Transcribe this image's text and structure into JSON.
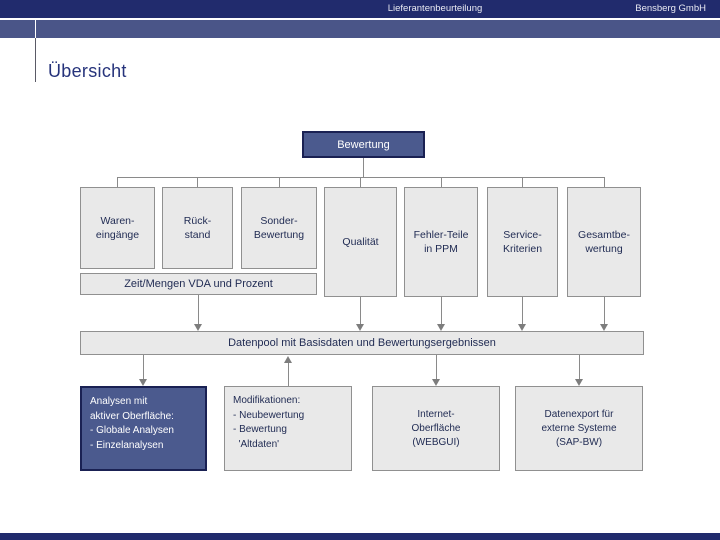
{
  "header": {
    "document_title": "Lieferantenbeurteilung",
    "company_name": "Bensberg GmbH"
  },
  "slide": {
    "title": "Übersicht"
  },
  "diagram": {
    "root_label": "Bewertung",
    "evaluation_boxes": [
      {
        "label": "Waren-\neingänge"
      },
      {
        "label": "Rück-\nstand"
      },
      {
        "label": "Sonder-\nBewertung"
      },
      {
        "label": "Qualität"
      },
      {
        "label": "Fehler-Teile\nin PPM"
      },
      {
        "label": "Service-\nKriterien"
      },
      {
        "label": "Gesamtbe-\nwertung"
      }
    ],
    "basis_label": "Zeit/Mengen VDA und Prozent",
    "datapool_label": "Datenpool mit Basisdaten und Bewertungsergebnissen",
    "output_boxes": [
      {
        "label": "Analysen mit\naktiver Oberfläche:\n- Globale Analysen\n- Einzelanalysen",
        "highlighted": true
      },
      {
        "label": "Modifikationen:\n- Neubewertung\n- Bewertung\n  'Altdaten'",
        "highlighted": false
      },
      {
        "label": "Internet-\nOberfläche\n(WEBGUI)",
        "highlighted": false
      },
      {
        "label": "Datenexport für\nexterne Systeme\n(SAP-BW)",
        "highlighted": false
      }
    ]
  },
  "colors": {
    "navy": "#212b6d",
    "slate_blue": "#4b5a8e",
    "box_fill": "#e9e9e9",
    "box_border": "#909090",
    "text_navy": "#1f2a52",
    "connector_gray": "#8a8a8a"
  }
}
